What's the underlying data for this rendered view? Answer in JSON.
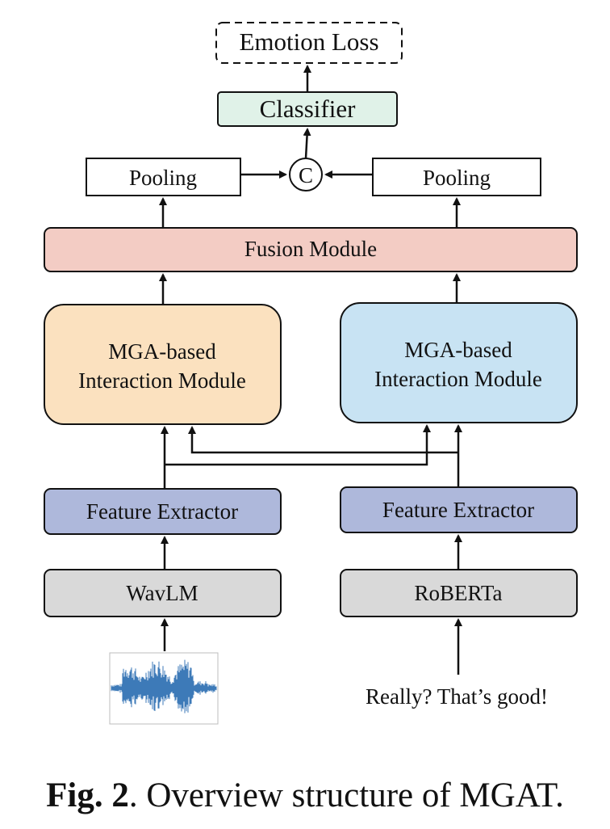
{
  "diagram": {
    "emotion_loss": "Emotion Loss",
    "classifier": "Classifier",
    "concat_symbol": "C",
    "pooling_left": "Pooling",
    "pooling_right": "Pooling",
    "fusion_module": "Fusion Module",
    "mga_left_line1": "MGA-based",
    "mga_left_line2": "Interaction Module",
    "mga_right_line1": "MGA-based",
    "mga_right_line2": "Interaction Module",
    "feature_extractor_left": "Feature Extractor",
    "feature_extractor_right": "Feature Extractor",
    "wavlm": "WavLM",
    "roberta": "RoBERTa",
    "text_input": "Really? That’s good!"
  },
  "caption": {
    "label": "Fig. 2",
    "text": ". Overview structure of MGAT."
  },
  "colors": {
    "classifier_fill": "#e0f2e8",
    "fusion_fill": "#f3ccc4",
    "mga_left_fill": "#fbe1bf",
    "mga_right_fill": "#c8e3f3",
    "extractor_fill": "#aeb8db",
    "backbone_fill": "#d9d9d9",
    "waveform": "#3d7ab8"
  }
}
